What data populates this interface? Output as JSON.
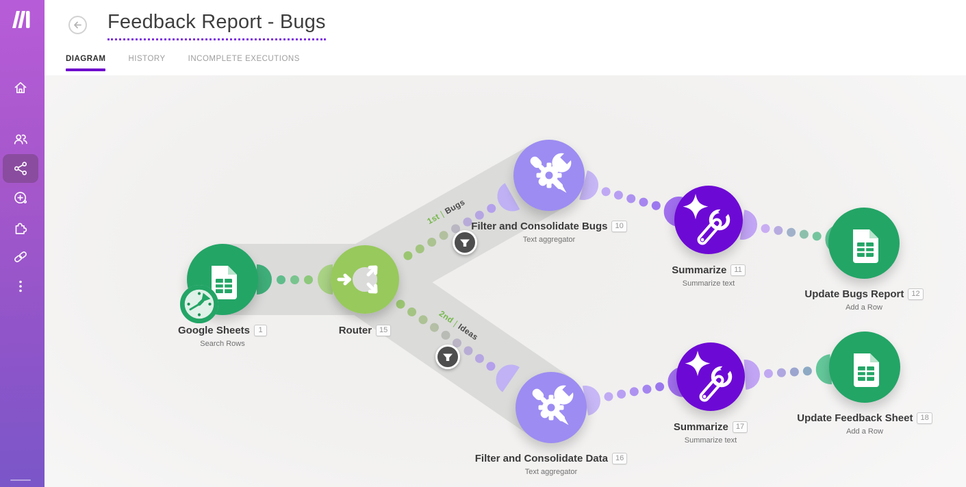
{
  "sidebar": {
    "logo_icon": "make-logo",
    "items": [
      {
        "icon": "home"
      },
      {
        "icon": "team"
      },
      {
        "icon": "scenarios",
        "active": true
      },
      {
        "icon": "templates"
      },
      {
        "icon": "apps"
      },
      {
        "icon": "connections"
      },
      {
        "icon": "more"
      }
    ]
  },
  "header": {
    "title": "Feedback Report - Bugs",
    "tabs": [
      {
        "label": "DIAGRAM",
        "active": true
      },
      {
        "label": "HISTORY",
        "active": false
      },
      {
        "label": "INCOMPLETE EXECUTIONS",
        "active": false
      }
    ]
  },
  "diagram": {
    "modules": [
      {
        "label": "Google Sheets",
        "badge": "1",
        "sublabel": "Search Rows",
        "app": "google-sheets",
        "scheduled": true
      },
      {
        "label": "Router",
        "badge": "15",
        "sublabel": "",
        "app": "router"
      },
      {
        "label": "Filter and Consolidate Bugs",
        "badge": "10",
        "sublabel": "Text aggregator",
        "app": "tools"
      },
      {
        "label": "Summarize",
        "badge": "11",
        "sublabel": "Summarize text",
        "app": "ai-tools"
      },
      {
        "label": "Update Bugs Report",
        "badge": "12",
        "sublabel": "Add a Row",
        "app": "google-sheets"
      },
      {
        "label": "Filter and Consolidate Data",
        "badge": "16",
        "sublabel": "Text aggregator",
        "app": "tools"
      },
      {
        "label": "Summarize",
        "badge": "17",
        "sublabel": "Summarize text",
        "app": "ai-tools"
      },
      {
        "label": "Update Feedback Sheet",
        "badge": "18",
        "sublabel": "Add a Row",
        "app": "google-sheets"
      }
    ],
    "routes": [
      {
        "order": "1st",
        "divider": "|",
        "name": "Bugs"
      },
      {
        "order": "2nd",
        "divider": "|",
        "name": "Ideas"
      }
    ]
  },
  "colors": {
    "sidebar_gradient_top": "#b75cd8",
    "sidebar_gradient_bottom": "#7a56c8",
    "sidebar_active_pill": "#8a4c9f",
    "accent_purple": "#6d00cc",
    "title_underline_purple": "#7e2fe0",
    "google_sheets_green": "#23a566",
    "router_green": "#98c95c",
    "tools_lavender": "#9d8cf2",
    "ai_purple": "#6d09d5",
    "route_band_gray": "#dbdbda",
    "filter_circle_gray": "#4e4e4e",
    "route_label_green": "#76b84b"
  }
}
